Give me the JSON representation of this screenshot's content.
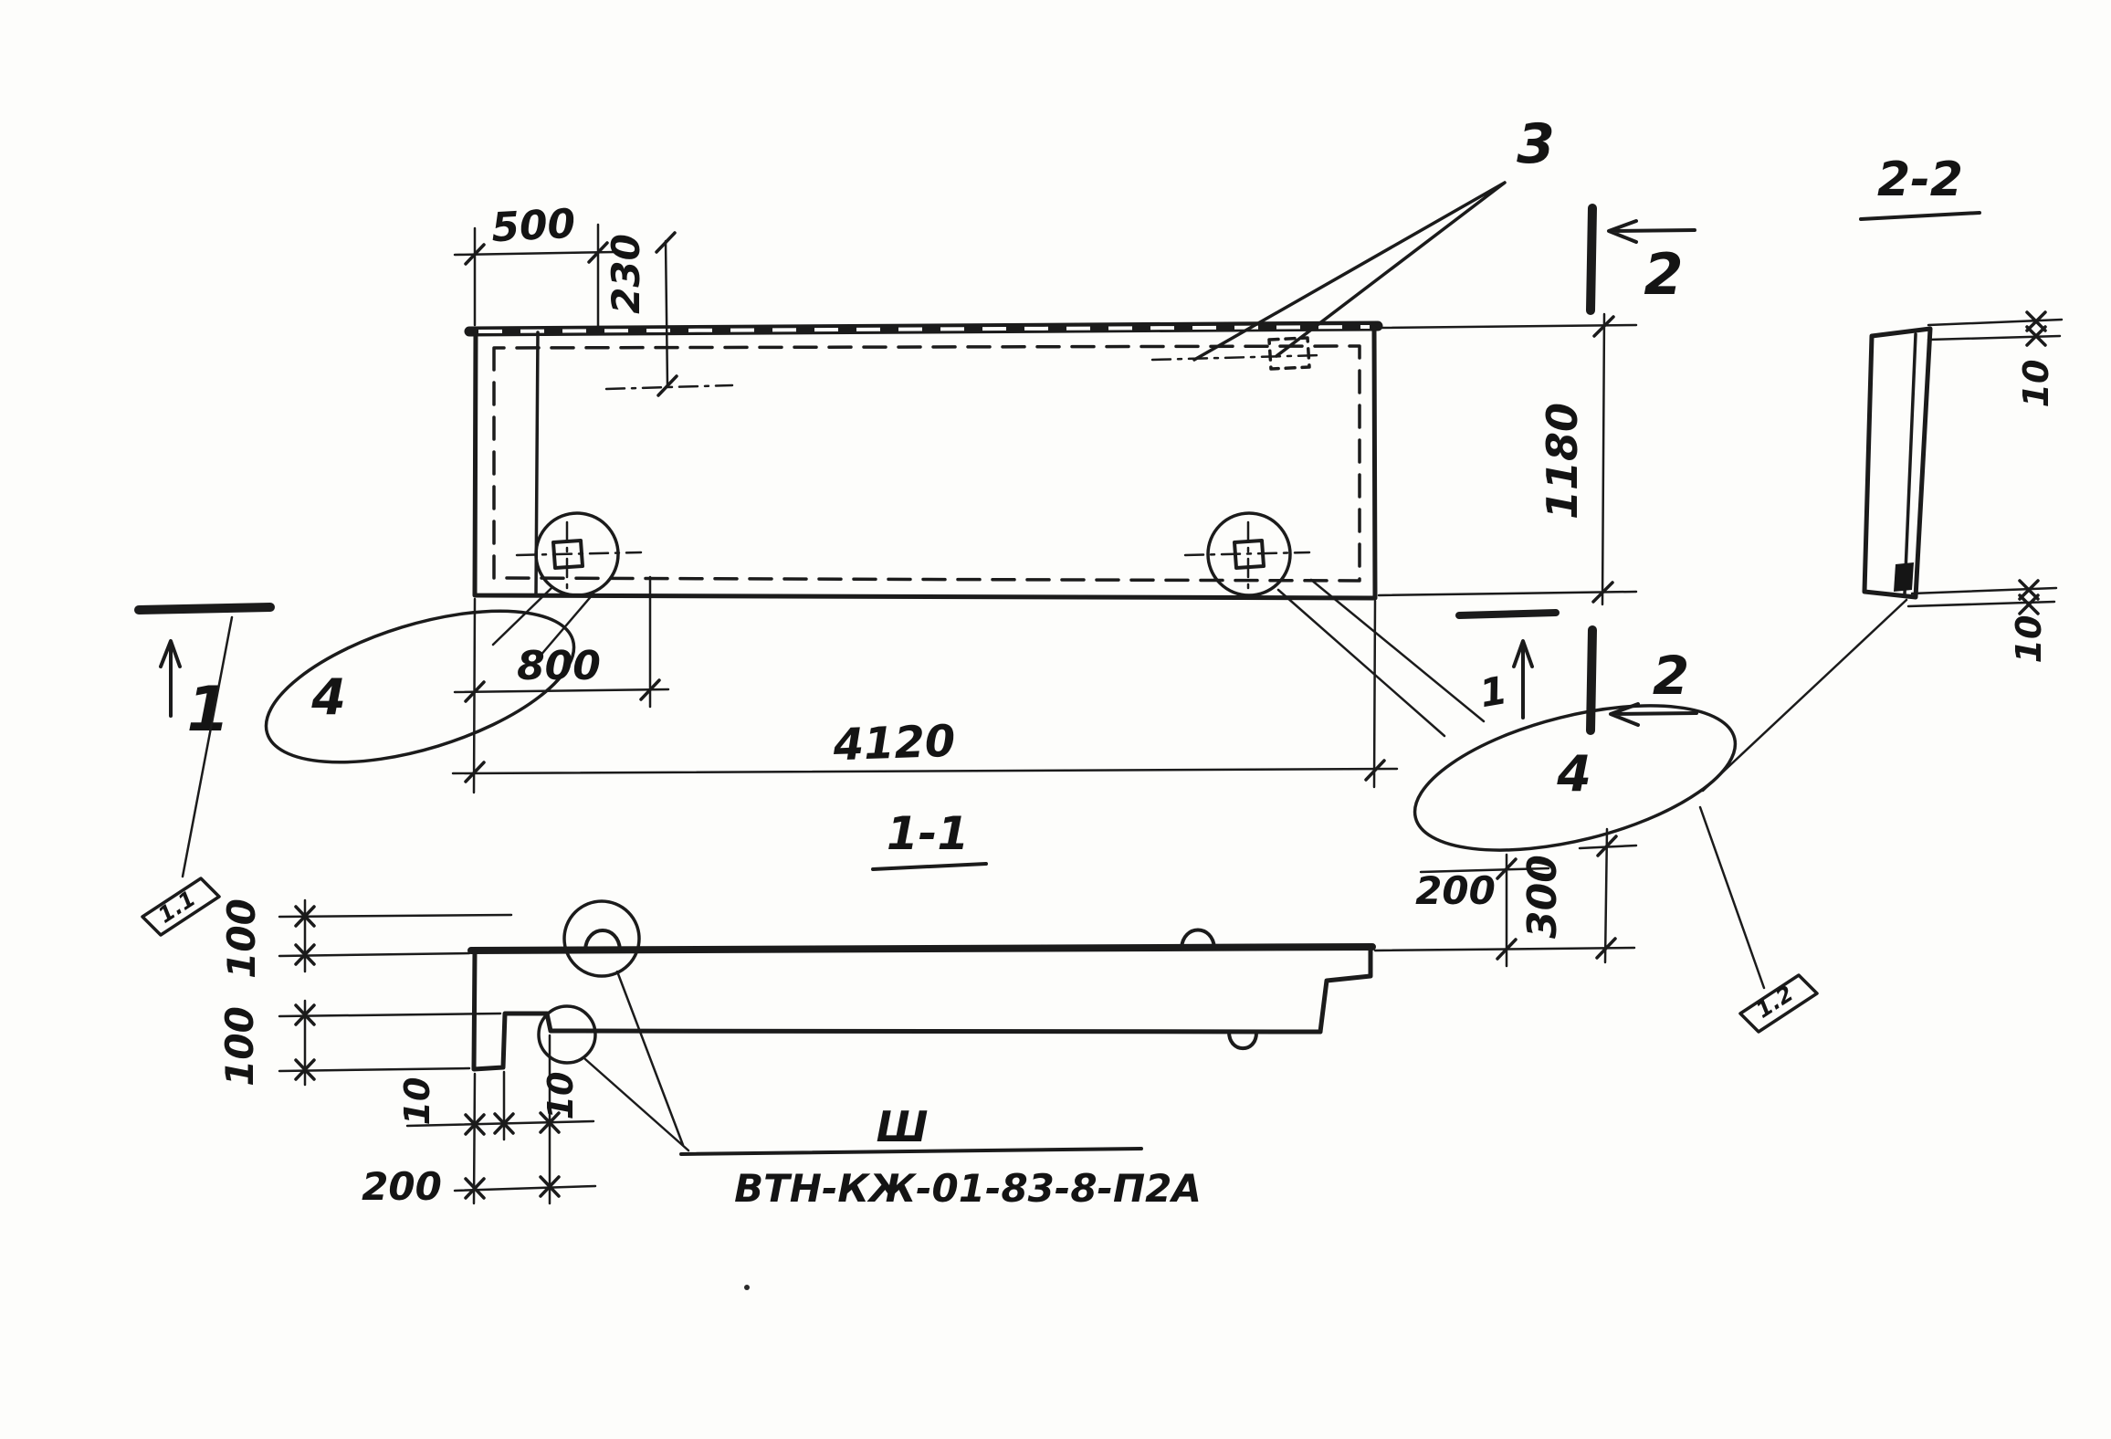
{
  "drawing": {
    "spec_code": "ВТН-КЖ-01-83-8-П2А",
    "position_label": "Ш"
  },
  "plan": {
    "dims": {
      "d500": "500",
      "d230": "230",
      "d1180": "1180",
      "d800": "800",
      "d4120": "4120"
    },
    "callouts": {
      "c3": "3",
      "c4_left": "4",
      "c4_right": "4"
    },
    "cuts": {
      "cut1_left": "1",
      "cut1_right": "1",
      "cut2_top": "2",
      "cut2_bottom": "2"
    }
  },
  "section11": {
    "title": "1-1",
    "dims": {
      "d100_top": "100",
      "d100_bot": "100",
      "d10_left": "10",
      "d10_right": "10",
      "d200_left": "200",
      "d200_right": "200",
      "d300": "300"
    }
  },
  "section22": {
    "title": "2-2",
    "dims": {
      "d10_top": "10",
      "d10_bot": "10"
    }
  },
  "markers": {
    "m11": "1.1",
    "m12": "1.2"
  }
}
